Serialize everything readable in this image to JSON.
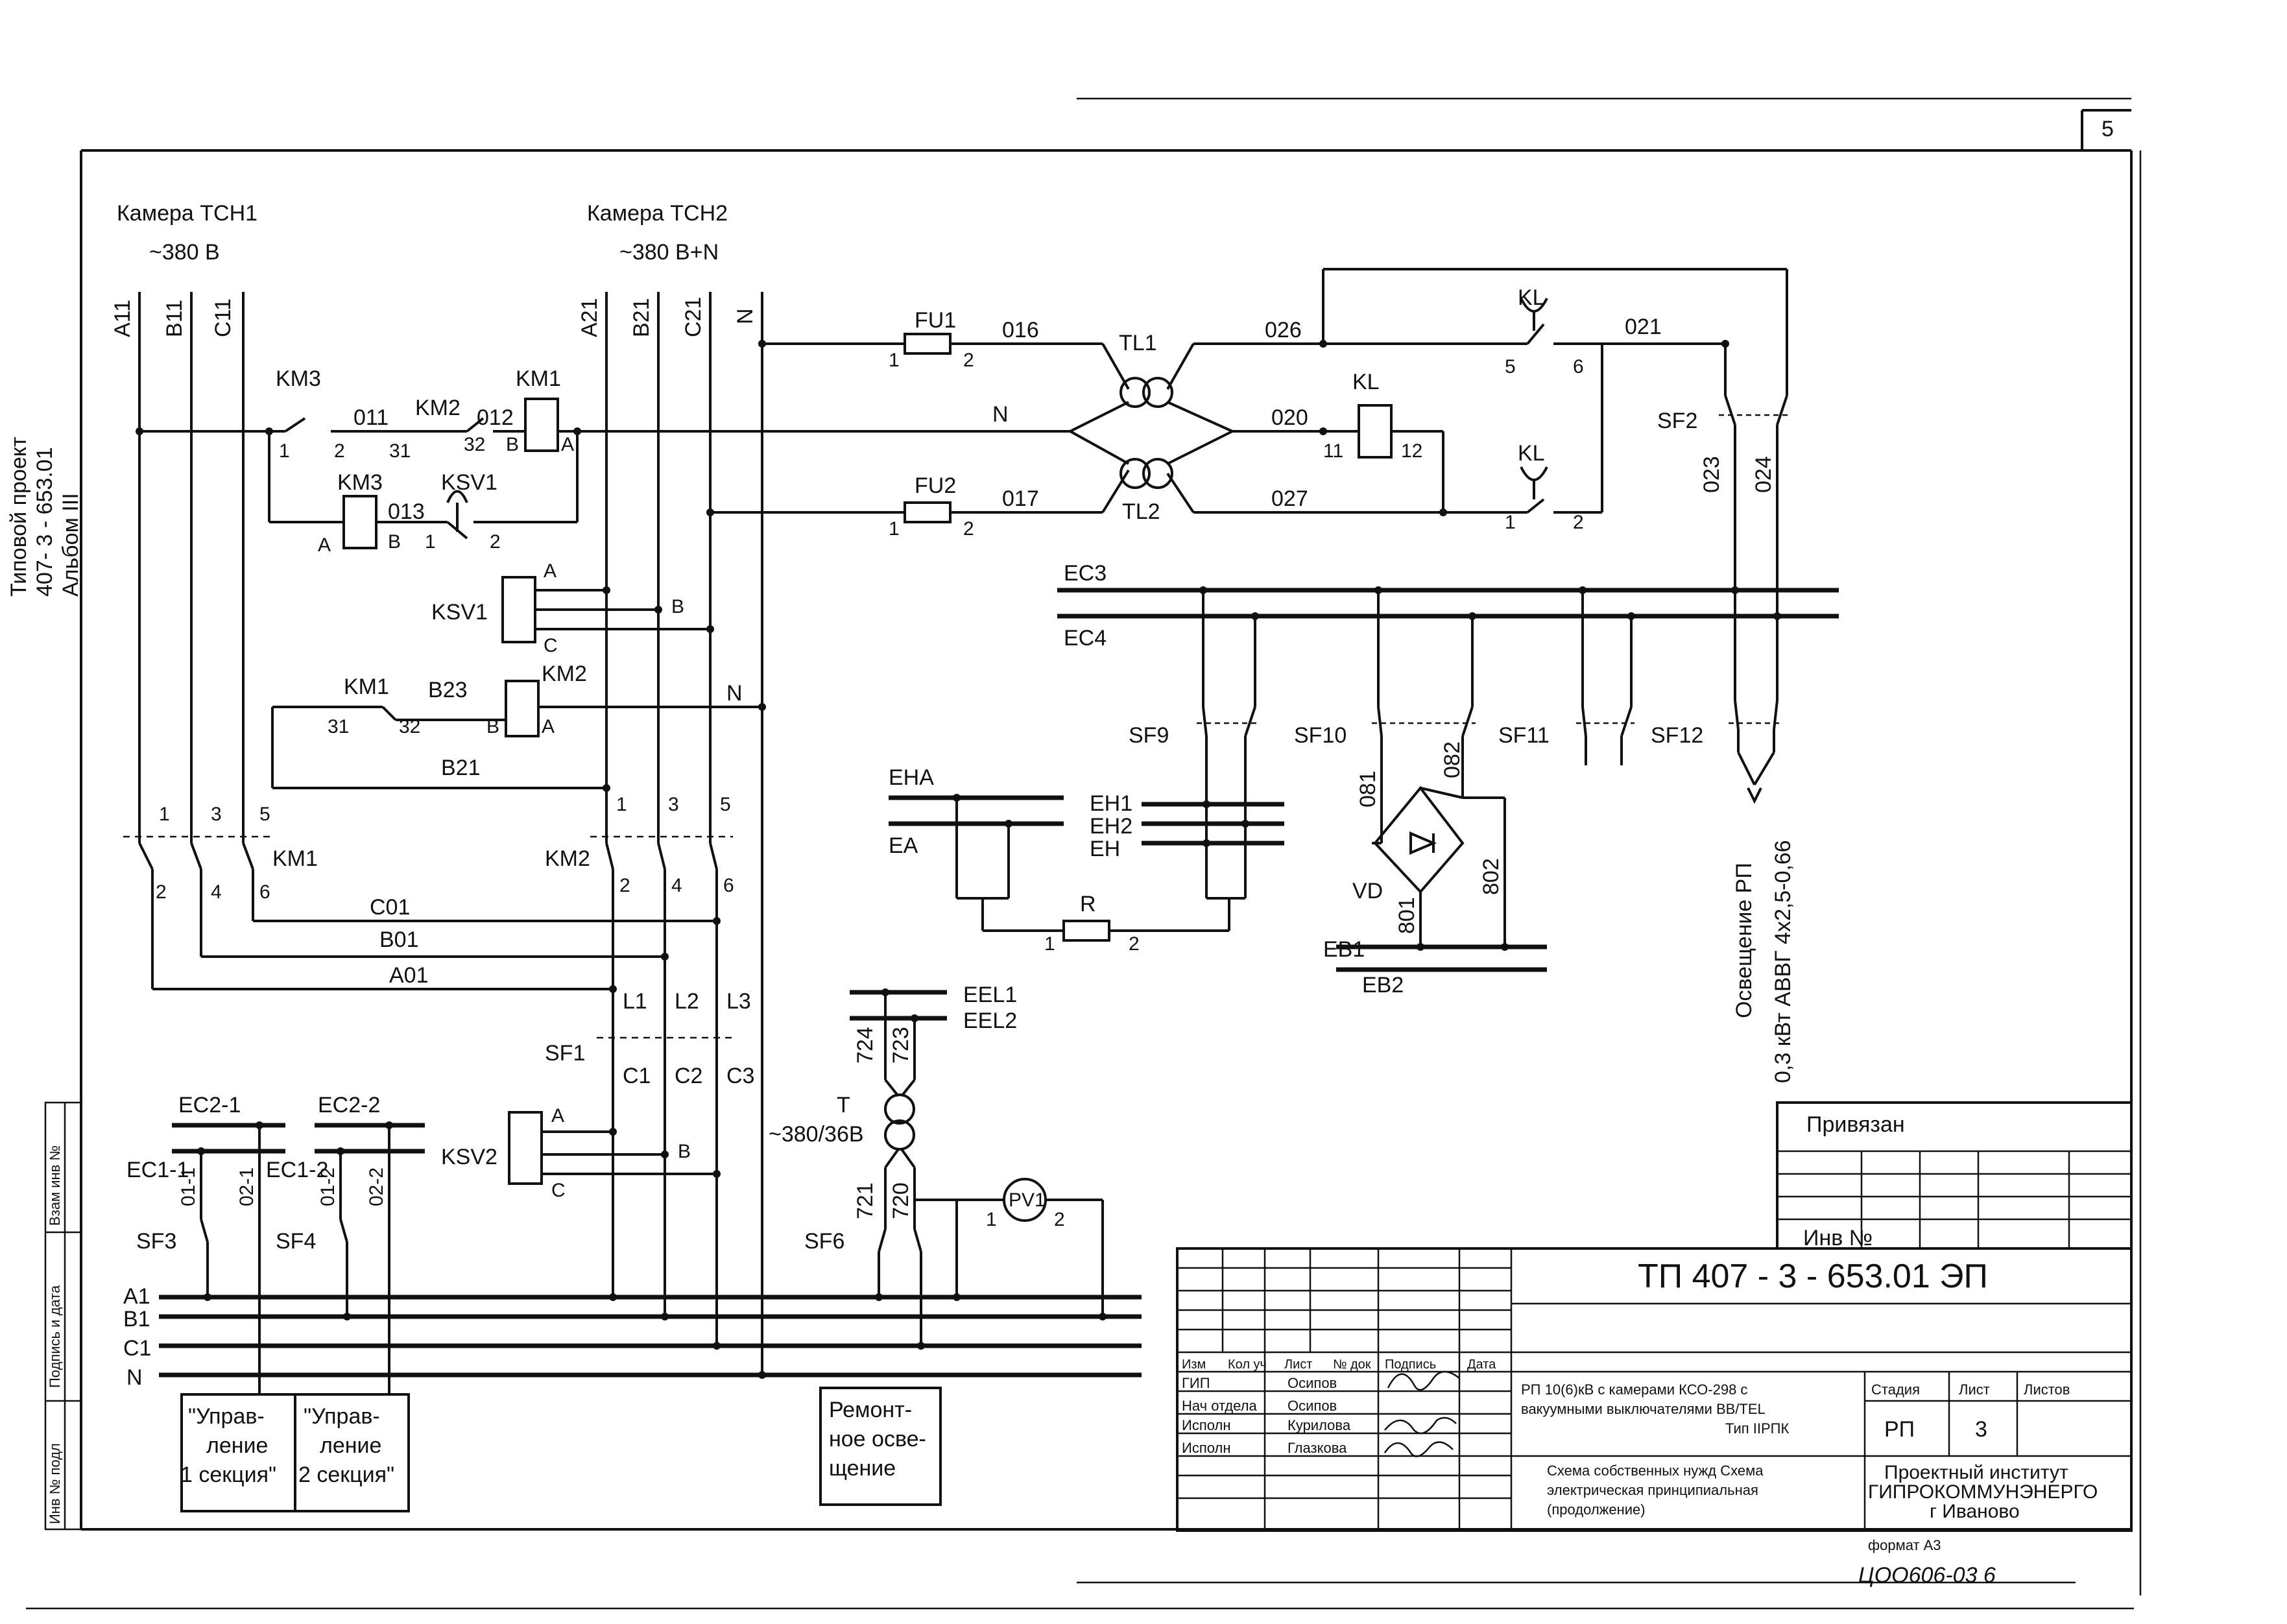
{
  "sheet_number": "5",
  "side_stamp": {
    "project": "Типовой проект",
    "code": "407- 3 - 653.01",
    "album": "Альбом III"
  },
  "left_strip": {
    "vzam": "Взам инв №",
    "podpis": "Подпись и дата",
    "inv_podl": "Инв № подл"
  },
  "chamber1": {
    "title": "Камера  ТСН1",
    "voltage": "~380 В"
  },
  "chamber2": {
    "title": "Камера  ТСН2",
    "voltage": "~380 В+N"
  },
  "phases1": [
    "A11",
    "B11",
    "C11"
  ],
  "phases2": [
    "A21",
    "B21",
    "C21",
    "N"
  ],
  "labels": {
    "km3": "KM3",
    "n011": "011",
    "km2": "KM2",
    "n012": "012",
    "km1": "KM1",
    "n1": "1",
    "n2": "2",
    "n31": "31",
    "n32": "32",
    "b": "B",
    "a": "A",
    "c": "C",
    "km3b": "KM3",
    "n013": "013",
    "ksv1": "KSV1",
    "ksv1b": "KSV1",
    "km1b": "KM1",
    "b23": "B23",
    "km2b": "KM2",
    "n_n": "N",
    "b21": "B21",
    "n3": "3",
    "n4": "4",
    "n5": "5",
    "n6": "6",
    "km1c": "KM1",
    "km2c": "KM2",
    "c01": "C01",
    "b01": "B01",
    "a01": "A01",
    "l1": "L1",
    "l2": "L2",
    "l3": "L3",
    "sf1": "SF1",
    "c1": "C1",
    "c2": "C2",
    "c3": "C3",
    "ksv2": "KSV2",
    "fu1": "FU1",
    "fu2": "FU2",
    "n016": "016",
    "n017": "017",
    "tl1": "TL1",
    "tl2": "TL2",
    "n026": "026",
    "n020": "020",
    "n027": "027",
    "kl": "KL",
    "n11": "11",
    "n12": "12",
    "n021": "021",
    "sf2": "SF2",
    "n023": "023",
    "n024": "024",
    "ec3": "EC3",
    "ec4": "EC4",
    "sf9": "SF9",
    "sf10": "SF10",
    "sf11": "SF11",
    "sf12": "SF12",
    "eha": "EHA",
    "ea": "EA",
    "eh1": "EH1",
    "eh2": "EH2",
    "eh": "EH",
    "r": "R",
    "n081": "081",
    "n082": "082",
    "vd": "VD",
    "n801": "801",
    "n802": "802",
    "eb1": "EB1",
    "eb2": "EB2",
    "lighting1": "Освещение  РП",
    "lighting2": "0,3 кВт  АВВГ 4х2,5-0,66",
    "eel1": "EEL1",
    "eel2": "EEL2",
    "n724": "724",
    "n723": "723",
    "tr": "T",
    "tr_v": "~380/36В",
    "n721": "721",
    "n720": "720",
    "pv1": "PV1",
    "sf6": "SF6",
    "ec21": "EC2-1",
    "ec22": "EC2-2",
    "ec11": "EC1-1",
    "ec12": "EC1-2",
    "n0111": "01-1",
    "n021b": "02-1",
    "n012b": "01-2",
    "n022": "02-2",
    "sf3": "SF3",
    "sf4": "SF4",
    "bus_a1": "A1",
    "bus_b1": "B1",
    "bus_c1": "C1",
    "bus_n": "N"
  },
  "boxes": {
    "upr1": [
      "\"Управ-",
      "ление",
      "1 секция\""
    ],
    "upr2": [
      "\"Управ-",
      "ление",
      "2 секция\""
    ],
    "remont": [
      "Ремонт-",
      "ное осве-",
      "щение"
    ]
  },
  "titleblock": {
    "privyazan": "Привязан",
    "inv": "Инв  №",
    "doc_code": "ТП  407 - 3 - 653.01   ЭП",
    "hdr": [
      "Изм",
      "Кол уч",
      "Лист",
      "№ док",
      "Подпись",
      "Дата"
    ],
    "rows": [
      {
        "role": "ГИП",
        "name": "Осипов"
      },
      {
        "role": "Нач отдела",
        "name": "Осипов"
      },
      {
        "role": "Исполн",
        "name": "Курилова"
      },
      {
        "role": "Исполн",
        "name": "Глазкова"
      }
    ],
    "project_desc": [
      "РП 10(6)кВ с камерами КСО-298 с",
      "вакуумными выключателями ВВ/TEL",
      "Тип IIРПК"
    ],
    "sheet_desc": [
      "Схема собственных нужд  Схема",
      "электрическая  принципиальная",
      "(продолжение)"
    ],
    "stage_hdr": "Стадия",
    "list_hdr": "Лист",
    "listov_hdr": "Листов",
    "stage": "РП",
    "list": "3",
    "org": [
      "Проектный институт",
      "ГИПРОКОММУНЭНЕРГО",
      "г  Иваново"
    ],
    "format": "формат  А3",
    "archive": "ЦОО606-03   6"
  }
}
